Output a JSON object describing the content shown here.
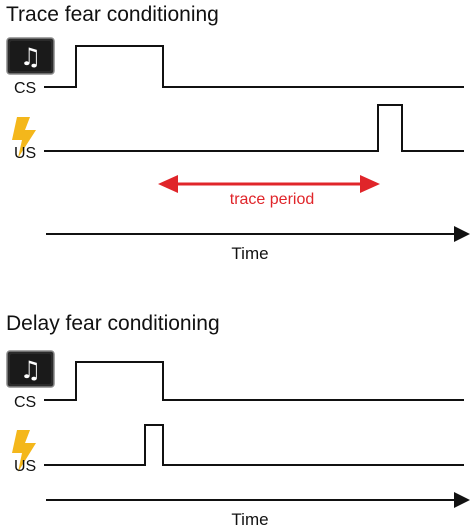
{
  "colors": {
    "line": "#111111",
    "trace_arrow": "#e0252a",
    "bolt": "#f4b71b",
    "music_bg": "#2b2b2b",
    "music_glyph": "#ffffff"
  },
  "icons": {
    "cs_icon": "music-note-icon",
    "us_icon": "lightning-bolt-icon",
    "music_glyph": "♫"
  },
  "trace_panel": {
    "title": "Trace fear conditioning",
    "cs_label": "CS",
    "us_label": "US",
    "trace_label": "trace period",
    "time_label": "Time"
  },
  "delay_panel": {
    "title": "Delay fear conditioning",
    "cs_label": "CS",
    "us_label": "US",
    "time_label": "Time"
  }
}
